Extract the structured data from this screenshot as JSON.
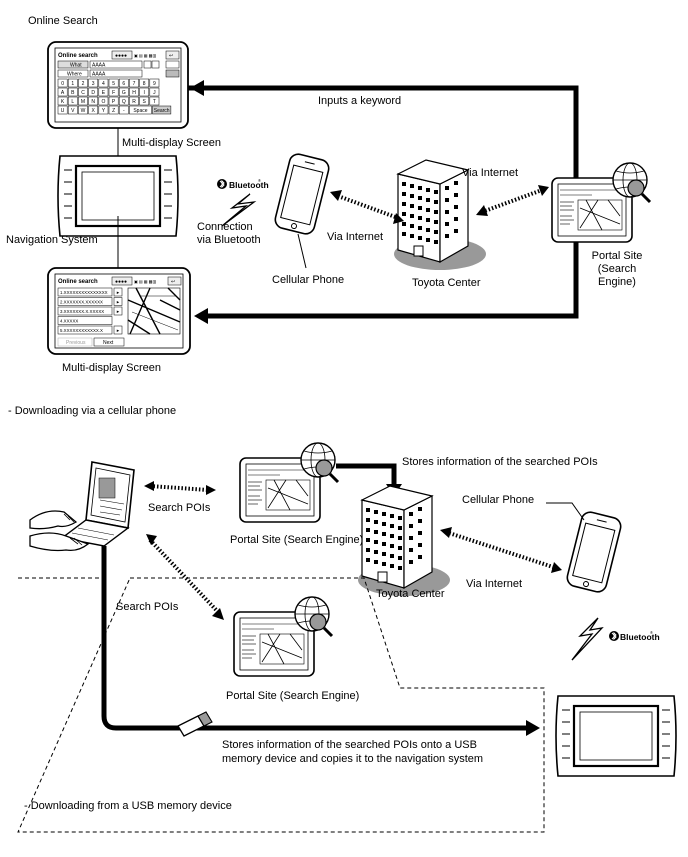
{
  "section1": {
    "title": "Online Search",
    "input_screen": {
      "title": "Online search",
      "what_label": "What",
      "what_value": "AAAA",
      "where_label": "Where",
      "where_value": "AAAA",
      "key_rows": [
        [
          "0",
          "1",
          "2",
          "3",
          "4",
          "5",
          "6",
          "7",
          "8",
          "9"
        ],
        [
          "A",
          "B",
          "C",
          "D",
          "E",
          "F",
          "G",
          "H",
          "I",
          "J"
        ],
        [
          "K",
          "L",
          "M",
          "N",
          "O",
          "P",
          "Q",
          "R",
          "S",
          "T"
        ],
        [
          "U",
          "V",
          "W",
          "X",
          "Y",
          "Z",
          "-",
          "Space",
          "Search"
        ]
      ]
    },
    "multi_display_upper": "Multi-display Screen",
    "navigation_system": "Navigation System",
    "bluetooth_logo": "Bluetooth",
    "connection_via_bluetooth": [
      "Connection",
      "via Bluetooth"
    ],
    "cellular_phone": "Cellular Phone",
    "via_internet_left": "Via Internet",
    "via_internet_right": "Via Internet",
    "toyota_center": "Toyota Center",
    "portal_site": [
      "Portal Site",
      "(Search",
      "Engine)"
    ],
    "inputs_keyword": "Inputs a keyword",
    "result_screen": {
      "title": "Online search",
      "results": [
        "1.XXXXXXXXXXXXXXX",
        "2.XXXXXXX.XXXXXX",
        "3.XXXXXXX.X.XXXXX",
        "4.XXXXX",
        "5.XXXXXXXXXXXX.X"
      ],
      "previous_label": "Previous",
      "next_label": "Next"
    },
    "multi_display_lower": "Multi-display Screen"
  },
  "section2": {
    "title": "- Downloading via a cellular phone",
    "search_pois_upper": "Search POIs",
    "portal_site_upper": "Portal Site (Search Engine)",
    "stores_info": "Stores information of the searched POIs",
    "cellular_phone": "Cellular Phone",
    "toyota_center": "Toyota Center",
    "via_internet": "Via Internet",
    "bluetooth_logo": "Bluetooth"
  },
  "section3": {
    "search_pois": "Search POIs",
    "portal_site": "Portal Site (Search Engine)",
    "usb_text": [
      "Stores information of the searched POIs onto a USB",
      "memory device and copies it to the navigation system"
    ],
    "title": "- Downloading from a USB memory device"
  },
  "colors": {
    "line": "#000000",
    "fill_gray": "#999999",
    "background": "#ffffff"
  }
}
